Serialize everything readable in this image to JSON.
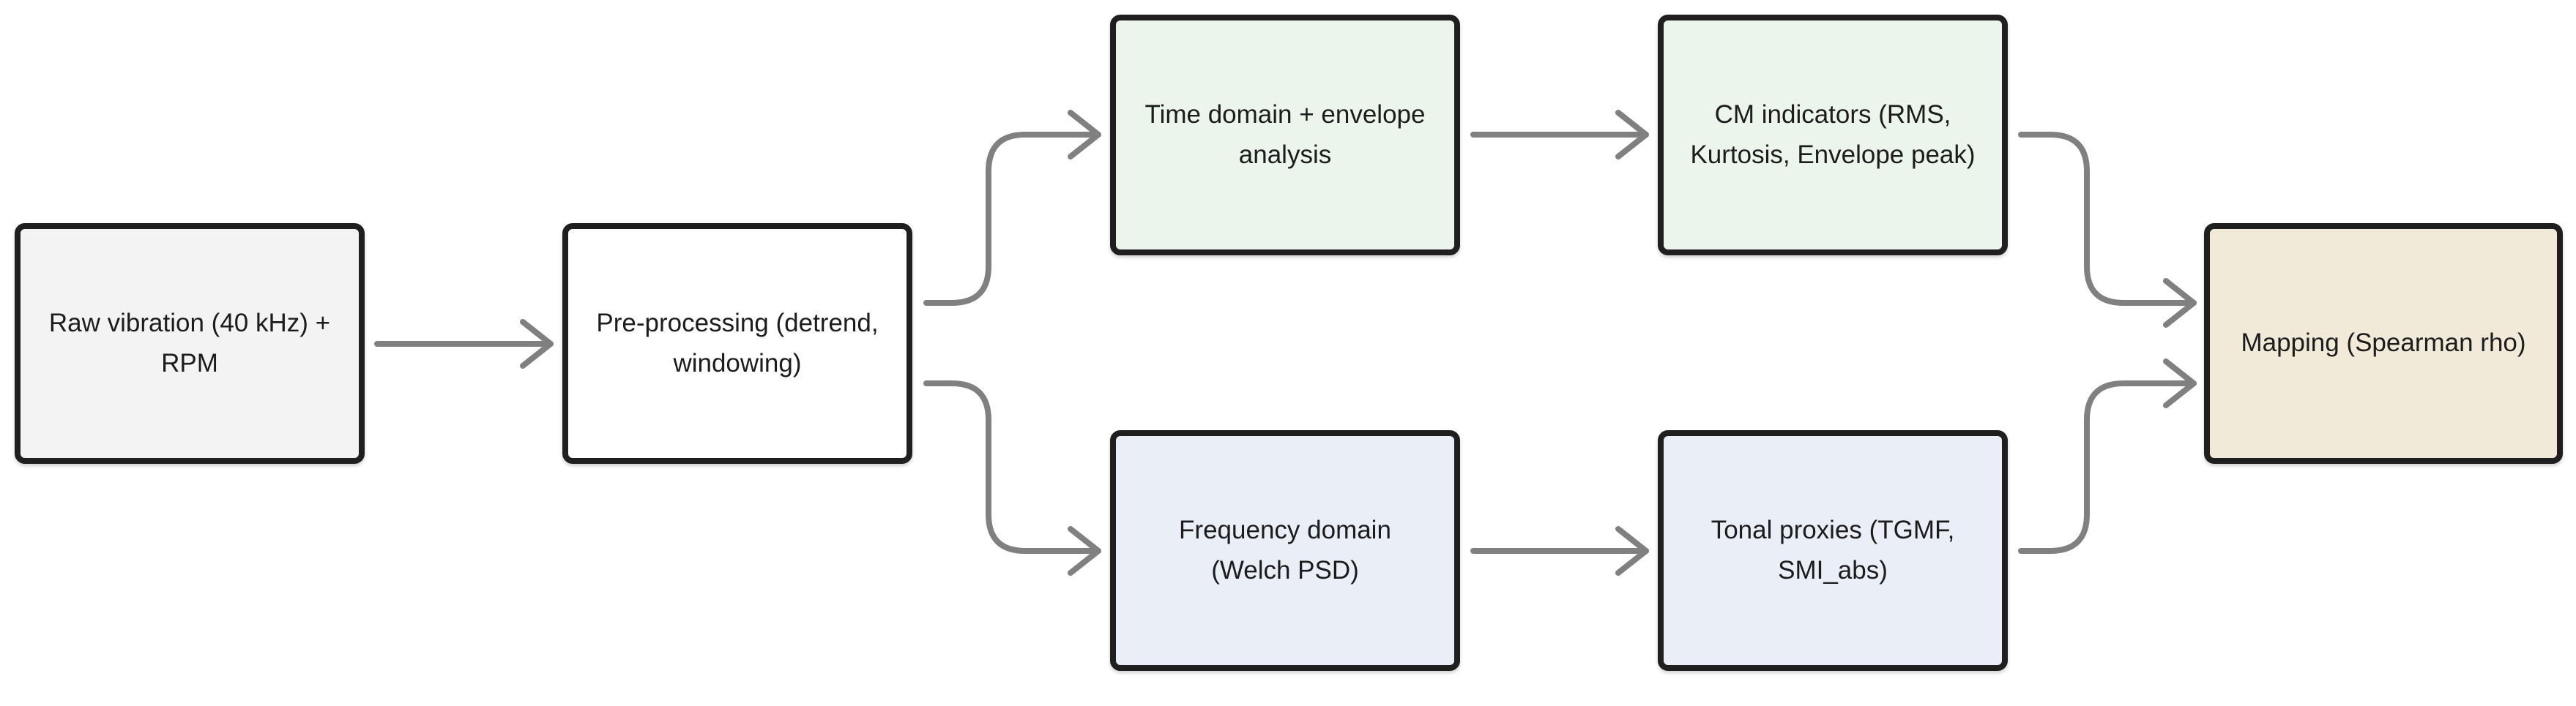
{
  "nodes": {
    "raw": {
      "line1": "Raw vibration (40 kHz) +",
      "line2": "RPM"
    },
    "pre": {
      "line1": "Pre-processing (detrend,",
      "line2": "windowing)"
    },
    "time": {
      "line1": "Time domain + envelope",
      "line2": "analysis"
    },
    "freq": {
      "line1": "Frequency domain",
      "line2": "(Welch PSD)"
    },
    "cm": {
      "line1": "CM indicators (RMS,",
      "line2": "Kurtosis, Envelope peak)"
    },
    "tonal": {
      "line1": "Tonal proxies (TGMF,",
      "line2": "SMI_abs)"
    },
    "map": {
      "line1": "Mapping (Spearman rho)"
    }
  },
  "edges": [
    {
      "from": "raw",
      "to": "pre"
    },
    {
      "from": "pre",
      "to": "time"
    },
    {
      "from": "pre",
      "to": "freq"
    },
    {
      "from": "time",
      "to": "cm"
    },
    {
      "from": "freq",
      "to": "tonal"
    },
    {
      "from": "cm",
      "to": "map"
    },
    {
      "from": "tonal",
      "to": "map"
    }
  ],
  "colors": {
    "connector": "#808080",
    "border": "#1f1f1f",
    "raw_fill": "#f3f3f3",
    "pre_fill": "#ffffff",
    "time_branch_fill": "#ecf5ec",
    "freq_branch_fill": "#eaeef6",
    "map_fill": "#f2ead8"
  }
}
